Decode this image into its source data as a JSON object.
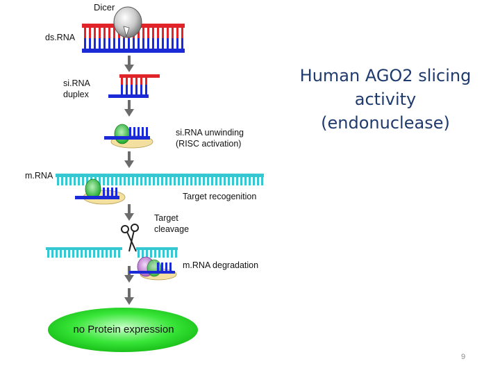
{
  "slide": {
    "title_lines": [
      "Human AGO2 slicing",
      "activity",
      "(endonuclease)"
    ],
    "page_number": "9"
  },
  "diagram": {
    "labels": {
      "dicer": "Dicer",
      "dsrna": "ds.RNA",
      "sirna_duplex_line1": "si.RNA",
      "sirna_duplex_line2": "duplex",
      "unwinding_line1": "si.RNA unwinding",
      "unwinding_line2": "(RISC activation)",
      "mrna": "m.RNA",
      "target_recognition": "Target recogenition",
      "target_cleavage_line1": "Target",
      "target_cleavage_line2": "cleavage",
      "mrna_degradation": "m.RNA degradation",
      "no_protein": "no Protein expression"
    },
    "colors": {
      "sense_strand": "#e0242a",
      "antisense_strand": "#1a2ad6",
      "mrna": "#35c8d2",
      "risc_tan": "#f3dfa0",
      "risc_green": "#2bbf3a",
      "degradation_purple": "#c689d6",
      "protein_oval": "#22dd22",
      "arrow": "#6b6b6b",
      "title": "#1f3a6e"
    },
    "icons": [
      "dicer-icon",
      "scissors-icon"
    ]
  }
}
